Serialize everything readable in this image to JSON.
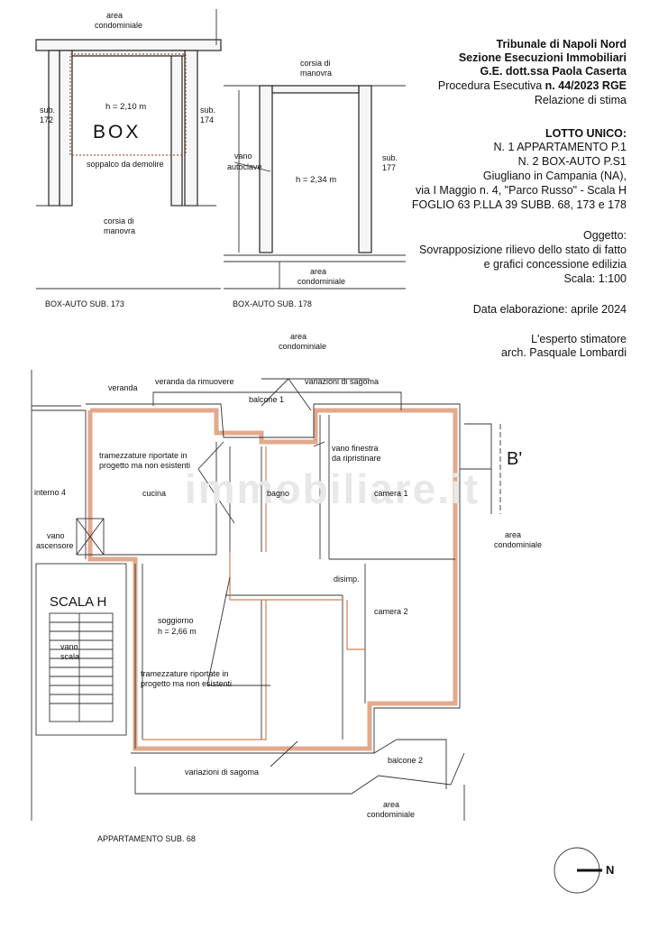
{
  "header": {
    "line1": "Tribunale di Napoli Nord",
    "line2": "Sezione Esecuzioni Immobiliari",
    "line3": "G.E. dott.ssa Paola Caserta",
    "line4_prefix": "Procedura Esecutiva ",
    "line4_bold": "n. 44/2023 RGE",
    "line5": "Relazione di stima"
  },
  "lotto": {
    "title": "LOTTO UNICO:",
    "l1": "N. 1 APPARTAMENTO P.1",
    "l2": "N. 2 BOX-AUTO P.S1",
    "l3": "Giugliano in Campania (NA),",
    "l4": "via I Maggio n. 4, \"Parco Russo\" - Scala H",
    "l5": "FOGLIO 63 P.LLA 39 SUBB. 68, 173 e 178"
  },
  "oggetto": {
    "title": "Oggetto:",
    "l1": "Sovrapposizione rilievo dello stato di fatto",
    "l2": "e grafici concessione edilizia",
    "l3": "Scala:  1:100"
  },
  "data_elab": "Data elaborazione: aprile 2024",
  "esperto": {
    "l1": "L'esperto stimatore",
    "l2": "arch.  Pasquale Lombardi"
  },
  "box173": {
    "area_top_1": "area",
    "area_top_2": "condominiale",
    "sub_left_1": "sub.",
    "sub_left_2": "172",
    "sub_right_1": "sub.",
    "sub_right_2": "174",
    "height": "h = 2,10 m",
    "box": "BOX",
    "soppalco": "soppalco da demolire",
    "corsia_1": "corsia di",
    "corsia_2": "manovra",
    "caption": "BOX-AUTO SUB. 173"
  },
  "box178": {
    "corsia_1": "corsia di",
    "corsia_2": "manovra",
    "vano_1": "vano",
    "vano_2": "autoclave",
    "height": "h = 2,34 m",
    "sub_1": "sub.",
    "sub_2": "177",
    "area_1": "area",
    "area_2": "condominiale",
    "caption": "BOX-AUTO SUB. 178"
  },
  "apt": {
    "area_top_1": "area",
    "area_top_2": "condominiale",
    "veranda": "veranda",
    "veranda_rim": "veranda da rimuovere",
    "variazioni_top": "variazioni di sagoma",
    "balcone1": "balcone 1",
    "tram1_1": "tramezzature riportate in",
    "tram1_2": "progetto ma non esistenti",
    "vano_fin_1": "vano finestra",
    "vano_fin_2": "da ripristinare",
    "b_prime": "B'",
    "interno4": "interno 4",
    "cucina": "cucina",
    "bagno": "bagno",
    "camera1": "camera 1",
    "area_right_1": "area",
    "area_right_2": "condominiale",
    "vano_asc_1": "vano",
    "vano_asc_2": "ascensore",
    "disimp": "disimp.",
    "scala_h": "SCALA H",
    "camera2": "camera 2",
    "soggiorno": "soggiorno",
    "sogg_h": "h = 2,66 m",
    "vano_scala_1": "vano",
    "vano_scala_2": "scala",
    "tram2_1": "tramezzature riportate in",
    "tram2_2": "progetto ma non esistenti",
    "balcone2": "balcone 2",
    "variazioni_bot": "variazioni di sagoma",
    "area_bot_1": "area",
    "area_bot_2": "condominiale",
    "caption": "APPARTAMENTO SUB. 68"
  },
  "north": "N"
}
